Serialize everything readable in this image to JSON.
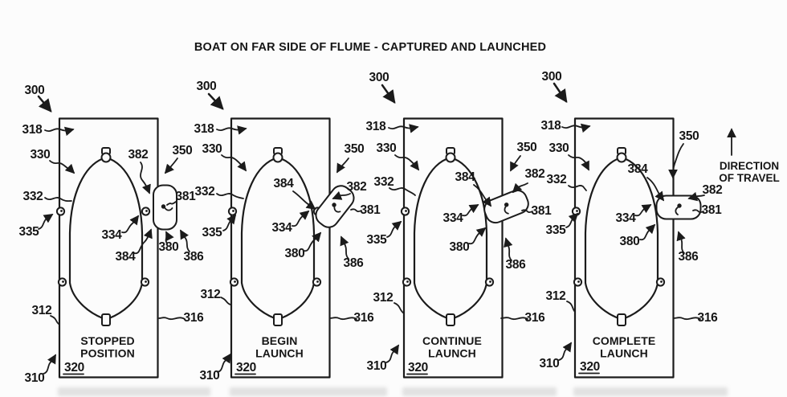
{
  "figure": {
    "title": "BOAT ON FAR SIDE OF FLUME - CAPTURED AND LAUNCHED",
    "direction_of_travel": {
      "line1": "DIRECTION",
      "line2": "OF TRAVEL"
    }
  },
  "refs": {
    "r300": "300",
    "r310": "310",
    "r312": "312",
    "r316": "316",
    "r318": "318",
    "r320": "320",
    "r330": "330",
    "r332": "332",
    "r334": "334",
    "r335": "335",
    "r350": "350",
    "r380": "380",
    "r381": "381",
    "r382": "382",
    "r384": "384",
    "r386": "386"
  },
  "panels": [
    {
      "name": "stopped-position",
      "caption1": "STOPPED",
      "caption2": "POSITION"
    },
    {
      "name": "begin-launch",
      "caption1": "BEGIN",
      "caption2": "LAUNCH"
    },
    {
      "name": "continue-launch",
      "caption1": "CONTINUE",
      "caption2": "LAUNCH"
    },
    {
      "name": "complete-launch",
      "caption1": "COMPLETE",
      "caption2": "LAUNCH"
    }
  ],
  "colors": {
    "ink": "#1b1b1b",
    "paper": "#fcfcfc"
  }
}
